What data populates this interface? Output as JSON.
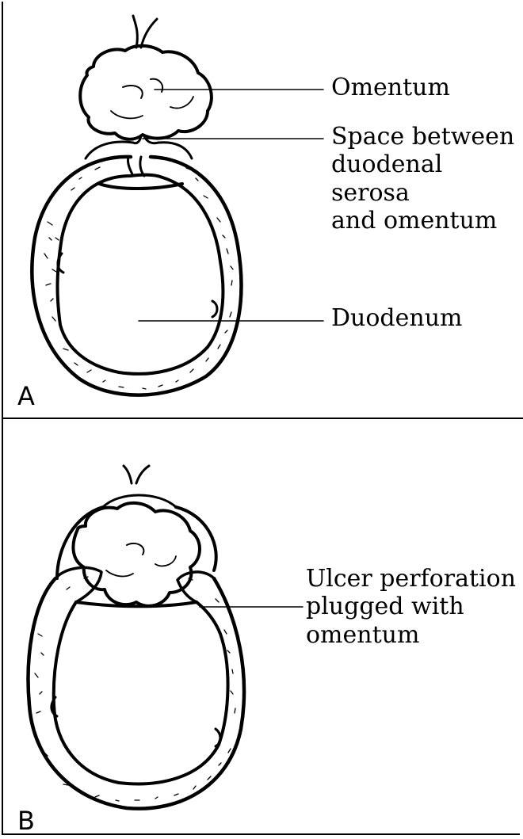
{
  "panel_a": {
    "letter": "A",
    "labels": {
      "omentum": "Omentum",
      "space": "Space between\nduodenal serosa\nand omentum",
      "duodenum": "Duodenum"
    }
  },
  "panel_b": {
    "letter": "B",
    "labels": {
      "ulcer": "Ulcer perforation\nplugged with\nomentum"
    }
  }
}
